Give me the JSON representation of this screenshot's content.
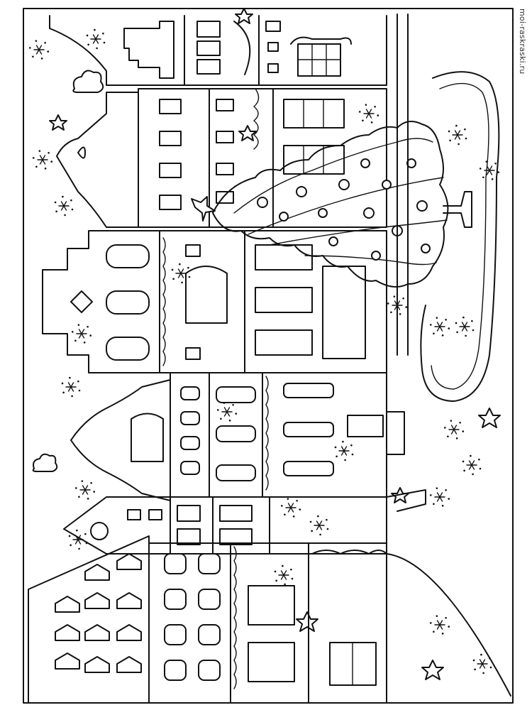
{
  "watermark": {
    "text": "moi-raskraski.ru"
  },
  "colors": {
    "line": "#111111",
    "paper": "#ffffff"
  },
  "scene": {
    "orientation": "rotated-90",
    "elements": [
      "town-houses-row",
      "christmas-tree",
      "pond-path",
      "snowflakes",
      "stars",
      "clouds"
    ]
  }
}
